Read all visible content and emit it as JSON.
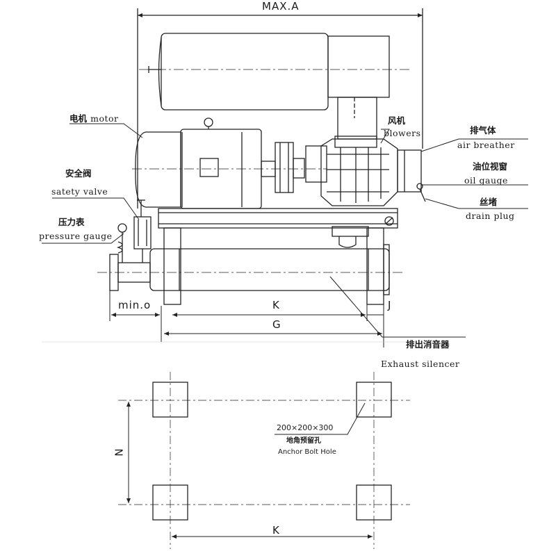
{
  "dimensions": {
    "max_a": "MAX.A",
    "min_o": "min.o",
    "k_top": "K",
    "j": "J",
    "g": "G",
    "n": "N",
    "k_bottom": "K"
  },
  "callouts": {
    "motor": {
      "cn": "电机",
      "en": "motor"
    },
    "blowers": {
      "cn": "风机",
      "en": "blowers"
    },
    "air_breather": {
      "cn": "排气体",
      "en": "air breather"
    },
    "oil_gauge": {
      "cn": "油位视窗",
      "en": "oil gauge"
    },
    "drain_plug": {
      "cn": "丝堵",
      "en": "drain plug"
    },
    "safety_valve": {
      "cn": "安全阀",
      "en": "satety valve"
    },
    "pressure_gauge": {
      "cn": "压力表",
      "en": "pressure gauge"
    },
    "exhaust_silencer": {
      "cn": "排出消音器",
      "en": "Exhaust silencer"
    },
    "anchor_hole": {
      "size": "200×200×300",
      "cn": "地角预留孔",
      "en": "Anchor Bolt Hole"
    }
  }
}
